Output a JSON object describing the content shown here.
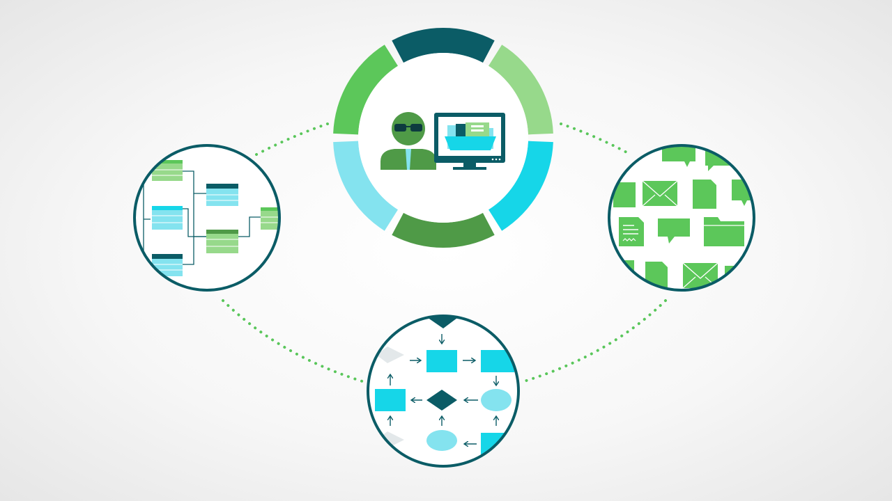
{
  "colors": {
    "dark_teal": "#0b5c66",
    "green": "#5cc75a",
    "light_green": "#97d98b",
    "dark_green": "#4f9a47",
    "cyan": "#16d6e8",
    "light_cyan": "#84e3ef",
    "dots": "#59c65a"
  },
  "ring_segments": [
    "dark_teal",
    "light_green",
    "cyan",
    "dark_green",
    "light_cyan",
    "green"
  ],
  "circles": {
    "center": {
      "content": "user-with-monitor-and-folder"
    },
    "left": {
      "content": "database-schema-diagram"
    },
    "right": {
      "content": "documents-messages-folders-collage"
    },
    "bottom": {
      "content": "flowchart"
    }
  },
  "icons": [
    "user-icon",
    "glasses-icon",
    "monitor-icon",
    "folder-icon",
    "envelope-icon",
    "speech-bubble-icon",
    "document-icon",
    "diamond-icon"
  ]
}
